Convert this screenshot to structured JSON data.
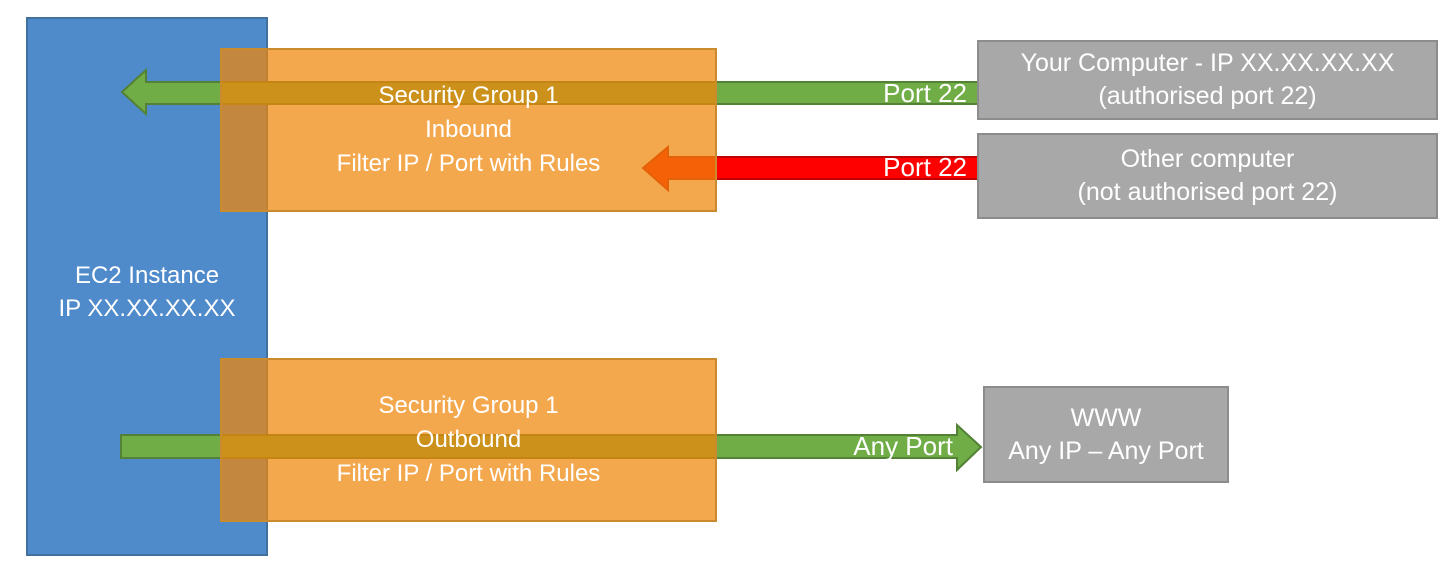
{
  "colors": {
    "ec2-blue": "#4F8ACA",
    "ec2-blue-border": "#41719C",
    "sg-orange": "rgba(240, 134, 10, 0.72)",
    "sg-orange-border": "#C98B2D",
    "node-gray": "#A8A8A8",
    "node-gray-border": "#8C8C8C",
    "allowed-green": "#70AD47",
    "allowed-green-border": "#538135",
    "blocked-red": "#FF0000",
    "blocked-red-border": "#C00000"
  },
  "ec2_instance": {
    "name": "EC2 Instance",
    "ip": "IP XX.XX.XX.XX"
  },
  "security_group_inbound": {
    "title": "Security Group 1",
    "direction": "Inbound",
    "rule": "Filter IP / Port with Rules"
  },
  "security_group_outbound": {
    "title": "Security Group 1",
    "direction": "Outbound",
    "rule": "Filter IP / Port with Rules"
  },
  "your_computer": {
    "title": "Your Computer - IP XX.XX.XX.XX",
    "subtitle": "(authorised port 22)"
  },
  "other_computer": {
    "title": "Other computer",
    "subtitle": "(not authorised port 22)"
  },
  "www": {
    "title": "WWW",
    "subtitle": "Any IP – Any Port"
  },
  "flow_labels": {
    "inbound_allowed": "Port 22",
    "inbound_blocked": "Port 22",
    "outbound_allowed": "Any Port"
  }
}
